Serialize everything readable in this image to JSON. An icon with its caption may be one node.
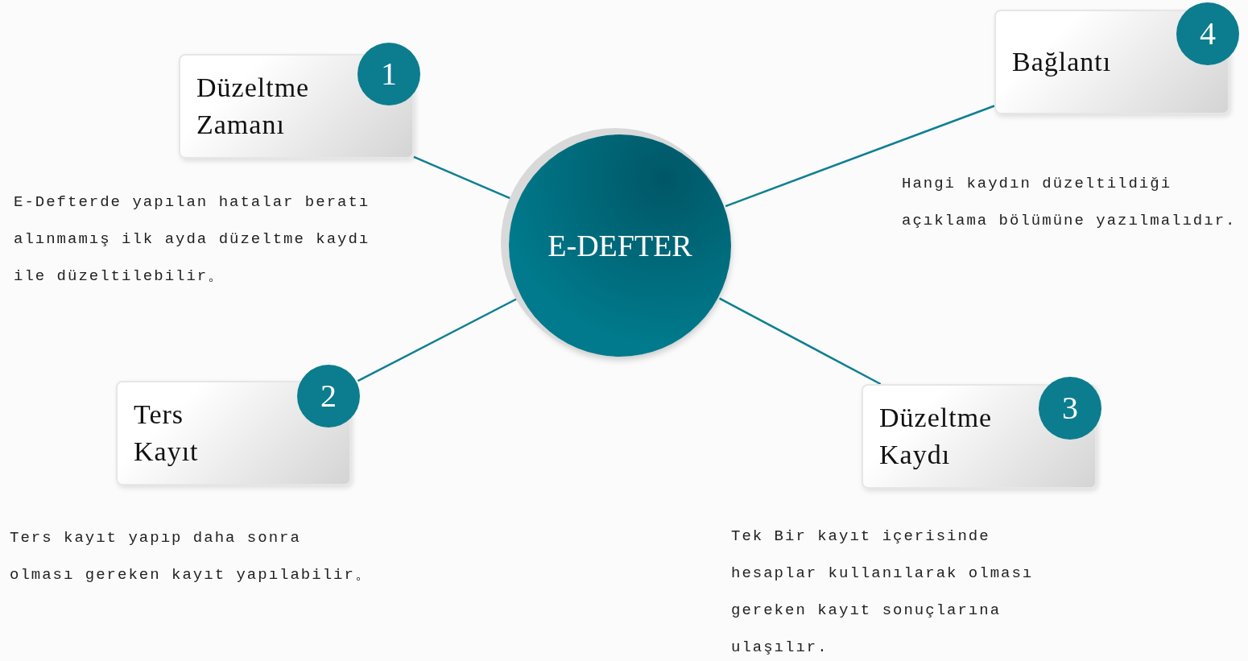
{
  "diagram": {
    "nodes": [
      {
        "text": [
          "E-DEFTER"
        ]
      },
      {
        "text": [
          "Düzeltme Zamanı"
        ],
        "beside": [
          "E-Defterde yapılan hatalar beratı alınmamış ilk ayda düzeltme kaydı ile düzeltilebilir。"
        ]
      },
      {
        "text": [
          "1"
        ]
      },
      {
        "text": [
          "Ters Kayıt"
        ],
        "beside": [
          "Ters kayıt yapıp daha sonra olması gereken kayıt yapılabilir。"
        ]
      },
      {
        "text": [
          "2"
        ]
      },
      {
        "text": [
          "Düzeltme Kaydı"
        ],
        "beside": [
          "Tek Bir kayıt içerisinde hesaplar kullanılarak olması gereken kayıt sonuçlarına ulaşılır."
        ]
      },
      {
        "text": [
          "3"
        ]
      },
      {
        "text": [
          "Bağlantı"
        ]
      },
      {
        "text": [
          "4"
        ]
      }
    ],
    "edges": [
      {
        "from": 0,
        "to": 1,
        "arrow": "none"
      },
      {
        "from": 0,
        "to": 4,
        "arrow": "none"
      },
      {
        "from": 0,
        "to": 5,
        "arrow": "none"
      },
      {
        "from": 0,
        "to": 7,
        "arrow": "none"
      }
    ],
    "labels": [
      "Hangi kaydın düzeltildiği açıklama bölümüne yazılmalıdır."
    ]
  }
}
